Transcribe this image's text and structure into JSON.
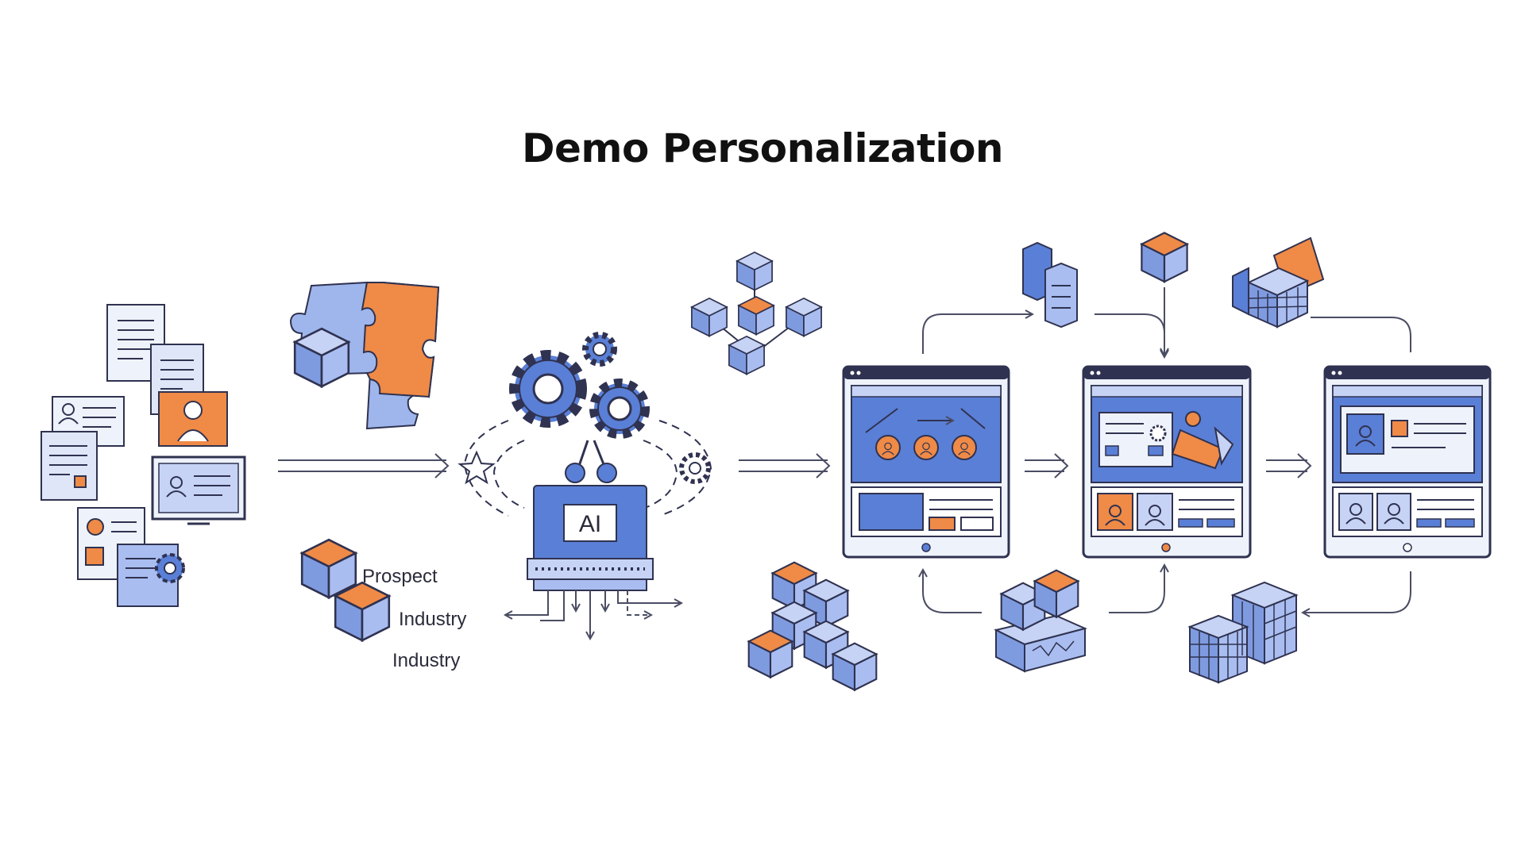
{
  "title": "Demo Personalization",
  "labels": {
    "prospect": "Prospect",
    "industry_1": "Industry",
    "industry_2": "Industry",
    "ai": "AI"
  },
  "colors": {
    "blue": "#5a7fd6",
    "light_blue": "#9fb6ec",
    "orange": "#ef8a47",
    "stroke": "#2f3250",
    "arrow": "#4a4d63"
  },
  "icons": [
    "document-icon",
    "profile-card-icon",
    "puzzle-icon",
    "gear-icon",
    "ai-processor-icon",
    "cube-network-icon",
    "server-icon",
    "cube-icon",
    "building-block-icon",
    "browser-window-icon",
    "data-blocks-icon"
  ]
}
